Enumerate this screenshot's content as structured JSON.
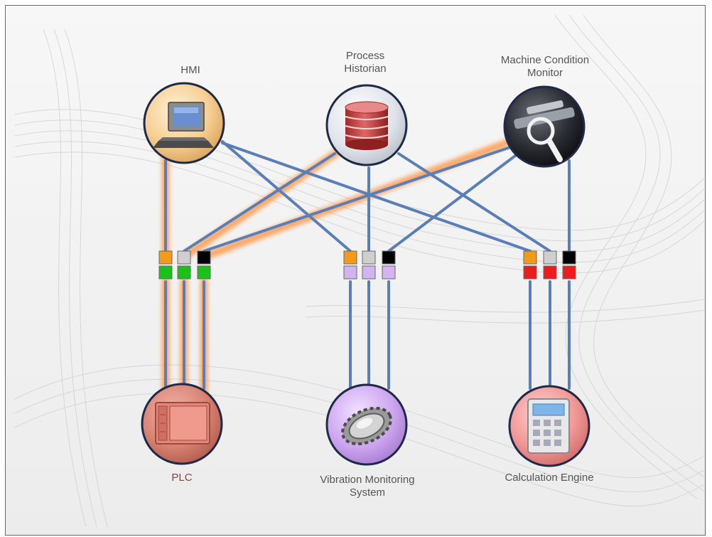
{
  "nodes": {
    "hmi": {
      "label": "HMI",
      "icon": "computer-icon"
    },
    "historian": {
      "label": "Process\nHistorian",
      "icon": "database-icon"
    },
    "condition_monitor": {
      "label": "Machine Condition\nMonitor",
      "icon": "magnifier-icon"
    },
    "plc": {
      "label": "PLC",
      "icon": "plc-board-icon"
    },
    "vibration": {
      "label": "Vibration Monitoring\nSystem",
      "icon": "gear-sensor-icon"
    },
    "calculation": {
      "label": "Calculation Engine",
      "icon": "calculator-icon"
    }
  },
  "colors": {
    "link": "#5a7fb8",
    "highlight_glow": "#ff8a2e",
    "port_hmi": "#f29a1a",
    "port_historian": "#cfcfcf",
    "port_monitor": "#000000",
    "plc_port": "#19c219",
    "vibration_port": "#d3b3f0",
    "calculation_port": "#ee1b1b"
  }
}
